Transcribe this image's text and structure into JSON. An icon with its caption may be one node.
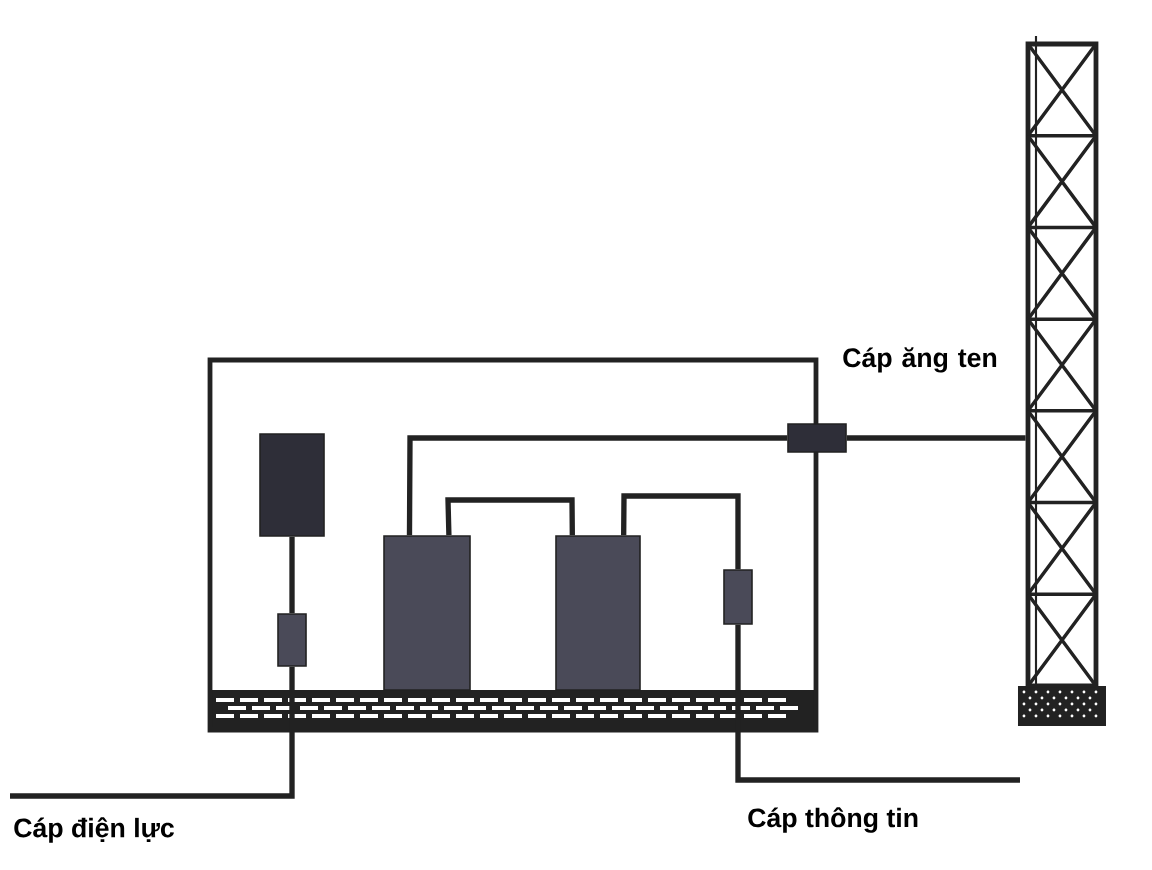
{
  "diagram": {
    "nodes": [
      {
        "text": [],
        "shape": "box"
      },
      {
        "text": [],
        "shape": "box",
        "in": 0
      },
      {
        "text": [],
        "shape": "box",
        "in": 0
      },
      {
        "text": [],
        "shape": "box",
        "in": 0
      },
      {
        "text": [],
        "shape": "box",
        "in": 0
      },
      {
        "text": [],
        "shape": "box",
        "in": 0
      },
      {
        "text": [],
        "shape": "box"
      },
      {
        "text": [],
        "shape": "tower"
      }
    ],
    "edges": [
      {
        "from": 1,
        "to": 2,
        "arrow": "none"
      },
      {
        "from": 2,
        "to": null,
        "arrow": "none"
      },
      {
        "from": 3,
        "to": 6,
        "arrow": "none"
      },
      {
        "from": 6,
        "to": 7,
        "arrow": "none"
      },
      {
        "from": 3,
        "to": 4,
        "arrow": "none"
      },
      {
        "from": 4,
        "to": 5,
        "arrow": "none"
      },
      {
        "from": 5,
        "to": null,
        "arrow": "none"
      }
    ],
    "labels": [
      "Cáp ăng ten",
      "Cáp điện lực",
      "Cáp thông tin"
    ]
  }
}
